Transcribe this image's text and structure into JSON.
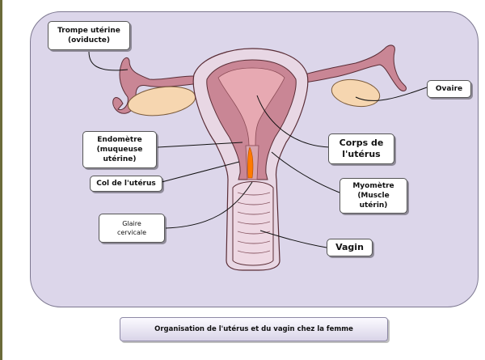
{
  "labels": {
    "trompe": "Trompe utérine\n(oviducte)",
    "ovaire": "Ovaire",
    "endometre": "Endomètre\n(muqueuse\nutérine)",
    "corps": "Corps de\nl'utérus",
    "col": "Col de l'utérus",
    "myometre": "Myomètre\n(Muscle\nutérin)",
    "glaire": "Glaire\ncervicale",
    "vagin": "Vagin"
  },
  "caption": "Organisation de l'utérus et du vagin chez la femme",
  "colors": {
    "panel": "#dcd6ea",
    "tissue": "#e8d7e4",
    "muscle": "#c98695",
    "endometrium": "#e7a9b2",
    "ovary": "#f6d6b0",
    "cervix_mucus": "#ff7a00"
  }
}
